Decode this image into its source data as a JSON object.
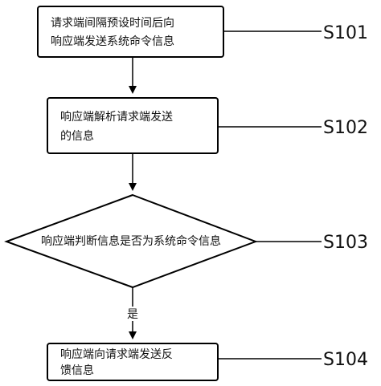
{
  "steps": [
    {
      "id": "S101",
      "label": "S101",
      "lines": [
        "请求端间隔预设时间后向",
        "响应端发送系统命令信息"
      ]
    },
    {
      "id": "S102",
      "label": "S102",
      "lines": [
        "响应端解析请求端发送",
        "的信息"
      ]
    },
    {
      "id": "S103",
      "label": "S103",
      "lines": [
        "响应端判断信息是否为系统命令信息"
      ]
    },
    {
      "id": "S104",
      "label": "S104",
      "lines": [
        "响应端向请求端发送反",
        "馈信息"
      ]
    }
  ],
  "branch": {
    "yes_label": "是"
  }
}
